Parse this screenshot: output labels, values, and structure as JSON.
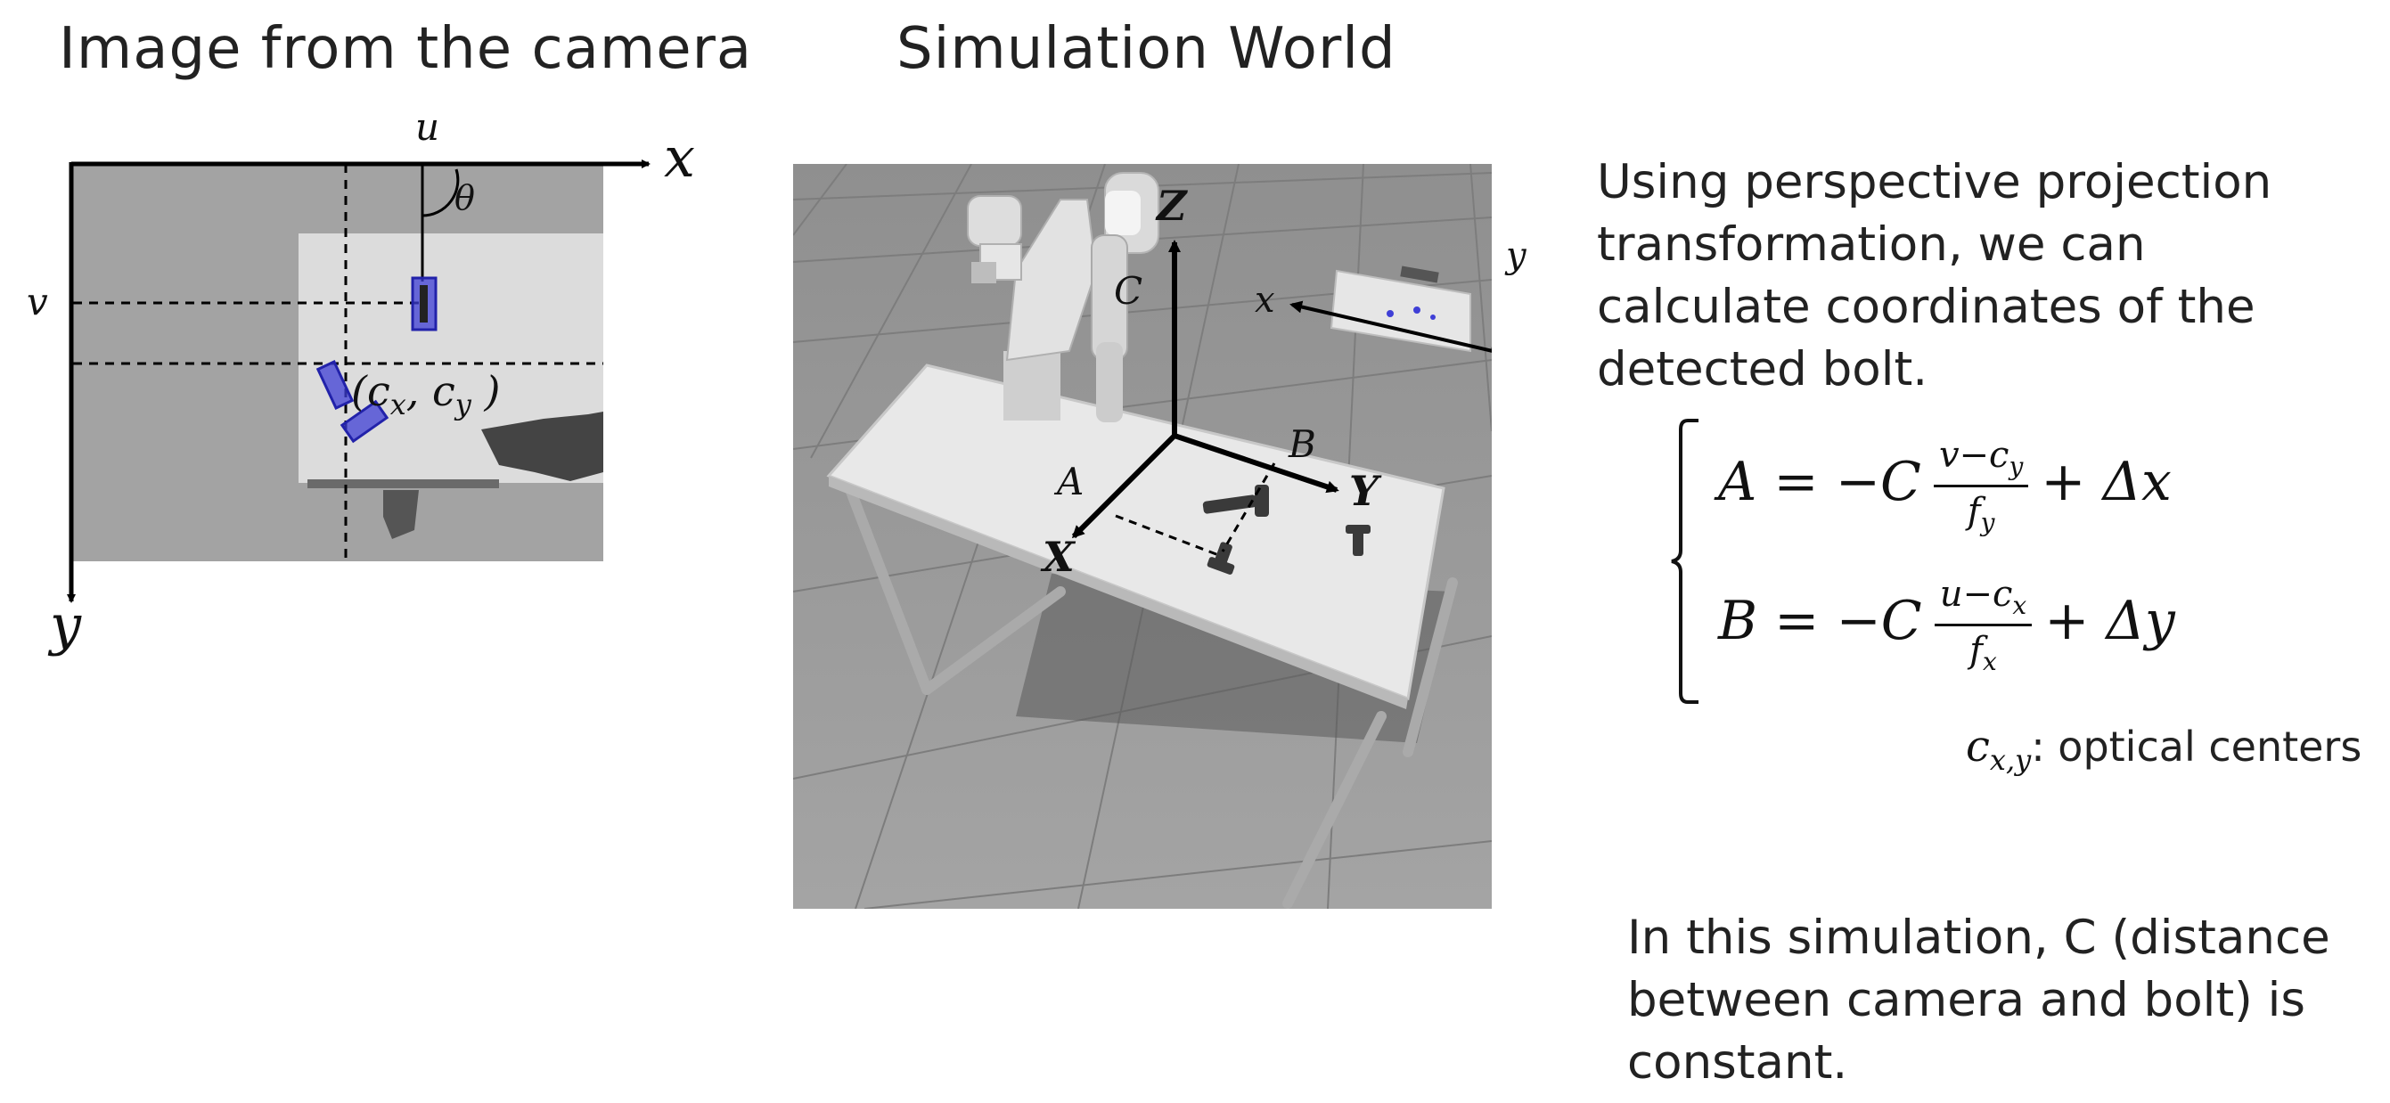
{
  "headings": {
    "camera": "Image from the camera",
    "simulation": "Simulation World"
  },
  "camera_panel": {
    "axis_x": "x",
    "axis_y": "y",
    "axis_u": "u",
    "axis_v": "v",
    "angle": "θ",
    "center_label": "(c",
    "center_sub_x": "x",
    "center_comma": ", c",
    "center_sub_y": "y",
    "center_close": " )",
    "colors": {
      "background": "#a3a3a3",
      "table": "#dcdcdc",
      "bolt_box": "#3f3fd6"
    }
  },
  "sim_panel": {
    "label_Z": "Z",
    "label_X": "X",
    "label_Y": "Y",
    "label_A": "A",
    "label_B": "B",
    "label_C": "C",
    "inset_x": "x",
    "inset_y": "y",
    "colors": {
      "floor": "#9a9a9a",
      "table": "#e6e6e6"
    }
  },
  "explanation": {
    "line1": "Using perspective projection",
    "line2": "transformation, we can",
    "line3": "calculate coordinates of the",
    "line4": "detected bolt."
  },
  "equations": {
    "eq1_lhs": "A = −C",
    "eq1_num": "v−c",
    "eq1_num_sub": "y",
    "eq1_den": "f",
    "eq1_den_sub": "y",
    "eq1_rhs": "+ Δx",
    "eq2_lhs": "B = −C",
    "eq2_num": "u−c",
    "eq2_num_sub": "x",
    "eq2_den": "f",
    "eq2_den_sub": "x",
    "eq2_rhs": "+ Δy",
    "note_sym": "c",
    "note_sub": "x,y",
    "note_text": ": optical centers"
  },
  "footer": {
    "line1": "In this simulation, C (distance",
    "line2": "between camera and bolt) is",
    "line3": "constant."
  }
}
